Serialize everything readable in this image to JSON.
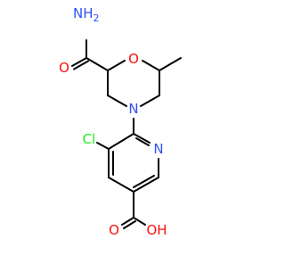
{
  "molecule": {
    "atom_labels": {
      "nh2": "NH",
      "nh2_sub": "2",
      "o_carbonyl": "O",
      "o_ring": "O",
      "n_ring": "N",
      "n_pyridine": "N",
      "cl": "Cl",
      "o_acid": "O",
      "oh": "OH"
    },
    "colors": {
      "bond": "#000000",
      "nitrogen": "#3050F8",
      "oxygen": "#FF0D0D",
      "chlorine": "#1FF01F"
    }
  }
}
